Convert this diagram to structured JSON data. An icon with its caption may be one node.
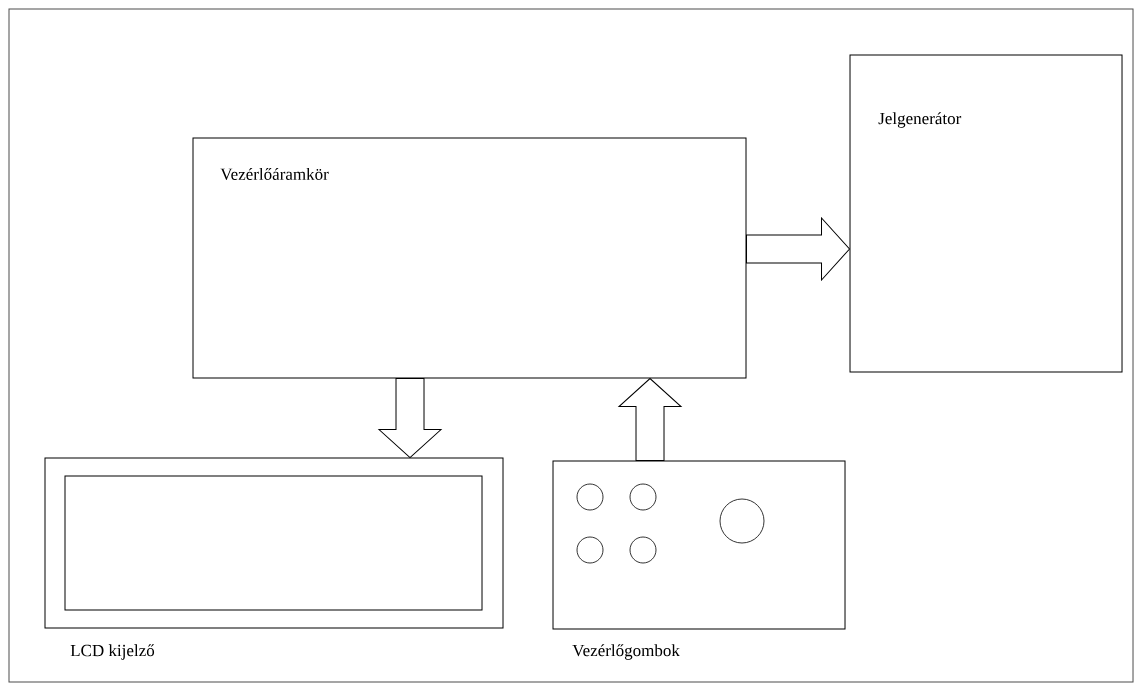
{
  "diagram": {
    "nodes": [
      {
        "text": [
          "Jelgenerátor"
        ]
      },
      {
        "text": [
          "Vezérlőáramkör"
        ]
      },
      {
        "text": [
          "LCD kijelző"
        ]
      },
      {
        "text": [
          "Vezérlőgombok"
        ]
      }
    ],
    "edges": [
      {
        "from": 1,
        "to": 0,
        "arrow": "to"
      },
      {
        "from": 1,
        "to": 2,
        "arrow": "to"
      },
      {
        "from": 3,
        "to": 1,
        "arrow": "to"
      }
    ]
  }
}
